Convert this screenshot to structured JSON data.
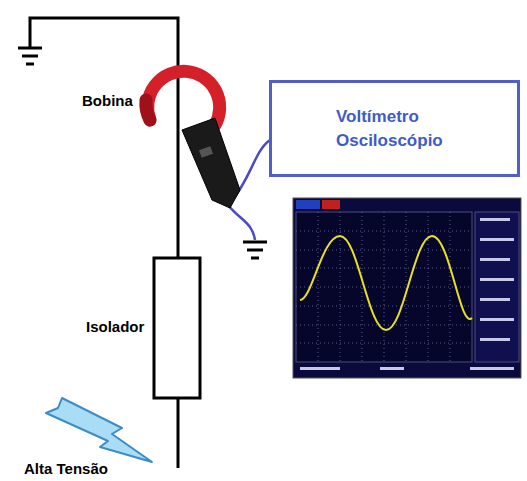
{
  "diagram": {
    "nodes": [
      {
        "text": [
          "Voltímetro Osciloscópio"
        ]
      }
    ],
    "labels": [
      "Bobina",
      "Isolador",
      "Alta Tensão"
    ]
  }
}
